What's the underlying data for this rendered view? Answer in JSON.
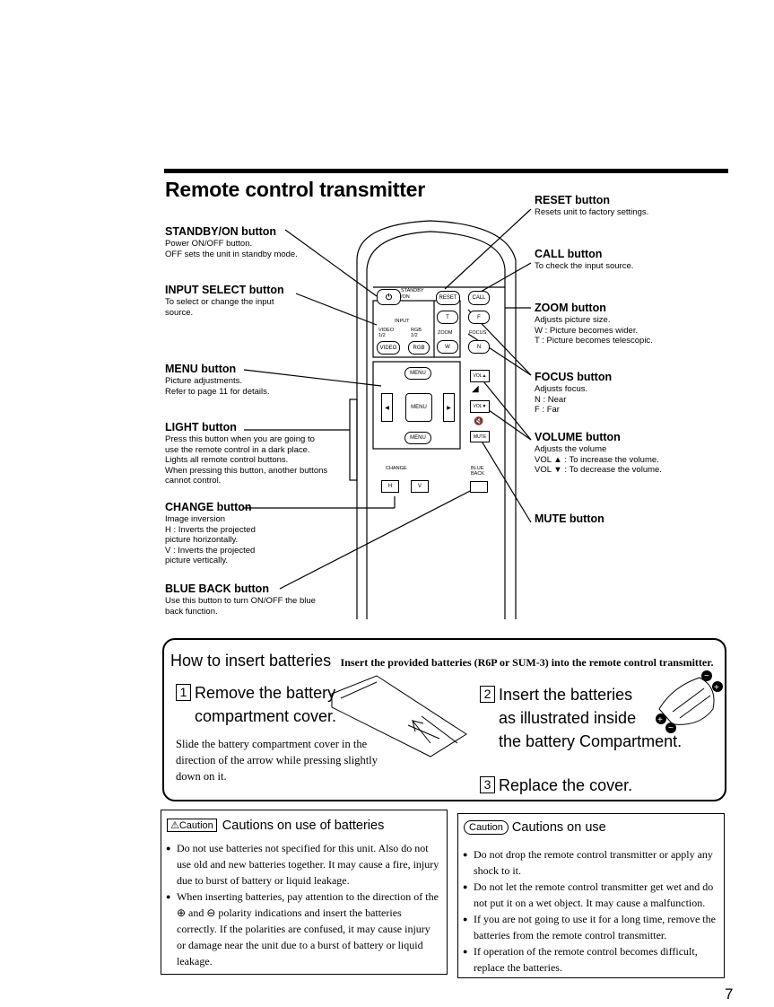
{
  "title": "Remote control transmitter",
  "left_labels": [
    {
      "id": "standby",
      "title": "STANDBY/ON button",
      "desc": "Power ON/OFF button.\nOFF sets the unit in standby mode."
    },
    {
      "id": "input",
      "title": "INPUT SELECT button",
      "desc": "To select or change the input\nsource."
    },
    {
      "id": "menu",
      "title": "MENU button",
      "desc": "Picture adjustments.\nRefer to page 11 for details."
    },
    {
      "id": "light",
      "title": "LIGHT button",
      "desc": "Press this button when you are going to\nuse the remote control in a dark place.\nLights all remote control buttons.\nWhen pressing this button, another buttons\ncannot control."
    },
    {
      "id": "change",
      "title": "CHANGE button",
      "desc": "Image inversion\nH : Inverts the projected\n      picture horizontally.\nV : Inverts the projected\n      picture vertically."
    },
    {
      "id": "blueback",
      "title": "BLUE BACK button",
      "desc": "Use this button to turn ON/OFF the blue\nback function."
    }
  ],
  "right_labels": [
    {
      "id": "reset",
      "title": "RESET button",
      "desc": "Resets unit to factory settings."
    },
    {
      "id": "call",
      "title": "CALL button",
      "desc": "To check the input source."
    },
    {
      "id": "zoom",
      "title": "ZOOM button",
      "desc": "Adjusts picture size.\nW : Picture becomes wider.\nT  : Picture becomes telescopic."
    },
    {
      "id": "focus",
      "title": "FOCUS button",
      "desc": "Adjusts focus.\nN : Near\nF  : Far"
    },
    {
      "id": "volume",
      "title": "VOLUME button",
      "desc": "Adjusts the volume\nVOL ▲ : To increase the volume.\nVOL ▼ : To decrease the volume."
    },
    {
      "id": "mute",
      "title": "MUTE button",
      "desc": ""
    }
  ],
  "remote": {
    "standby_label": "STANDBY\n/ON",
    "reset": "RESET",
    "call": "CALL",
    "input": "INPUT",
    "video12": "VIDEO\n1/2",
    "rgb12": "RGB\n1/2",
    "video_btn": "VIDEO",
    "rgb_btn": "RGB",
    "zoom": "ZOOM",
    "focus": "FOCUS",
    "t": "T",
    "f": "F",
    "w": "W",
    "n": "N",
    "menu_top": "MENU",
    "menu_center": "MENU",
    "menu_bottom": "MENU",
    "vol_up": "VOL▲",
    "vol_down": "VOL▼",
    "mute": "MUTE",
    "change": "CHANGE",
    "h": "H",
    "v": "V",
    "blue_back": "BLUE\nBACK"
  },
  "batteries": {
    "heading": "How to insert batteries",
    "subheading": "Insert the provided batteries (R6P or SUM-3) into the remote control transmitter.",
    "step1_num": "1",
    "step1_text": "Remove the battery\ncompartment cover.",
    "step1_desc": "Slide the battery compartment cover in the direction of the arrow while pressing slightly down on it.",
    "step2_num": "2",
    "step2_text": "Insert the batteries\nas illustrated inside\nthe battery Compartment.",
    "step3_num": "3",
    "step3_text": "Replace the cover."
  },
  "caution_batteries": {
    "badge": "⚠Caution",
    "title": "Cautions on use of batteries",
    "items": [
      "Do not use batteries not specified for this unit. Also do not use old and new batteries together. It may cause a fire, injury due to burst of battery or liquid leakage.",
      "When inserting batteries, pay attention to the direction of the ⊕ and ⊖ polarity indications and insert the batteries correctly. If the polarities are confused, it may cause injury or damage near the unit due to a burst of battery or liquid leakage."
    ]
  },
  "caution_use": {
    "badge": "Caution",
    "title": "Cautions on use",
    "items": [
      "Do not drop the remote control transmitter or apply any shock to it.",
      "Do not let the remote control transmitter get wet and do not put it on a wet object. It may cause a malfunction.",
      "If you are not going to use it for a long time, remove the batteries from the remote control transmitter.",
      "If operation of the remote control becomes difficult, replace the batteries."
    ]
  },
  "page_number": "7"
}
